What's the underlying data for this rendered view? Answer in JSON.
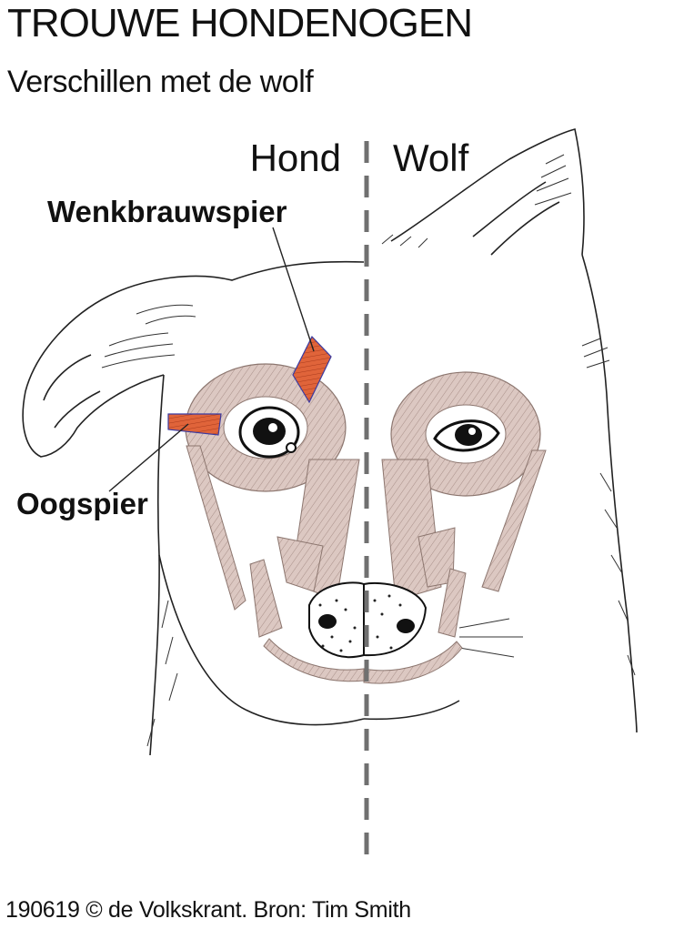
{
  "header": {
    "title": "TROUWE HONDENOGEN",
    "subtitle": "Verschillen met de wolf"
  },
  "diagram": {
    "left_side_label": "Hond",
    "right_side_label": "Wolf",
    "labels": {
      "eyebrow_muscle": "Wenkbrauwspier",
      "eye_muscle": "Oogspier"
    },
    "colors": {
      "highlight_muscle": "#e0643a",
      "facial_muscle": "#d9c4be",
      "divider": "#707070",
      "ink": "#222222"
    }
  },
  "footer": {
    "credit": "190619 © de Volkskrant. Bron: Tim Smith"
  }
}
